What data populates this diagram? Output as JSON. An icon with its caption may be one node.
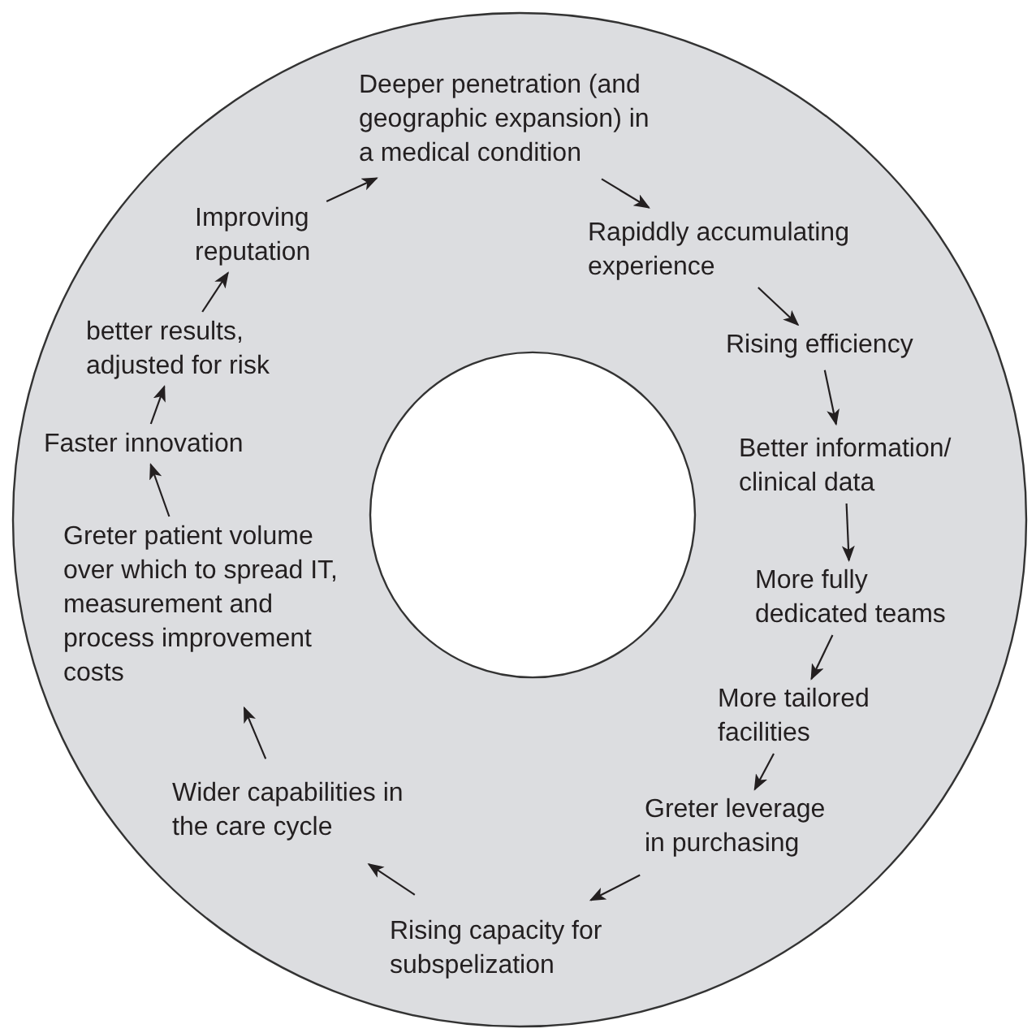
{
  "diagram": {
    "nodes": [
      {
        "text": [],
        "shape": "circle"
      },
      {
        "text": [
          "Deeper penetration (and geographic expansion) in a medical condition"
        ],
        "in": 0
      },
      {
        "text": [
          "Rapiddly accumulating experience"
        ],
        "in": 0
      },
      {
        "text": [
          "Rising efficiency"
        ],
        "in": 0
      },
      {
        "text": [
          "Better information/ clinical data"
        ],
        "in": 0
      },
      {
        "text": [
          "More fully dedicated teams"
        ],
        "in": 0
      },
      {
        "text": [
          "More tailored facilities"
        ],
        "in": 0
      },
      {
        "text": [
          "Greter leverage in purchasing"
        ],
        "in": 0
      },
      {
        "text": [
          "Rising capacity for subspelization"
        ],
        "in": 0
      },
      {
        "text": [
          "Wider capabilities in the care cycle"
        ],
        "in": 0
      },
      {
        "text": [
          "Greter patient volume over which to spread IT, measurement and process improvement costs"
        ],
        "in": 0
      },
      {
        "text": [
          "Faster innovation"
        ],
        "in": 0
      },
      {
        "text": [
          "better results, adjusted for risk"
        ],
        "in": 0
      },
      {
        "text": [
          "Improving reputation"
        ],
        "in": 0
      }
    ],
    "edges": [
      {
        "from": 1,
        "to": 2,
        "arrow": "to"
      },
      {
        "from": 2,
        "to": 3,
        "arrow": "to"
      },
      {
        "from": 3,
        "to": 4,
        "arrow": "to"
      },
      {
        "from": 4,
        "to": 5,
        "arrow": "to"
      },
      {
        "from": 5,
        "to": 6,
        "arrow": "to"
      },
      {
        "from": 6,
        "to": 7,
        "arrow": "to"
      },
      {
        "from": 7,
        "to": 8,
        "arrow": "to"
      },
      {
        "from": 8,
        "to": 9,
        "arrow": "to"
      },
      {
        "from": 9,
        "to": 10,
        "arrow": "to"
      },
      {
        "from": 10,
        "to": 11,
        "arrow": "to"
      },
      {
        "from": 11,
        "to": 12,
        "arrow": "to"
      },
      {
        "from": 12,
        "to": 13,
        "arrow": "to"
      },
      {
        "from": 13,
        "to": 1,
        "arrow": "to"
      }
    ]
  }
}
